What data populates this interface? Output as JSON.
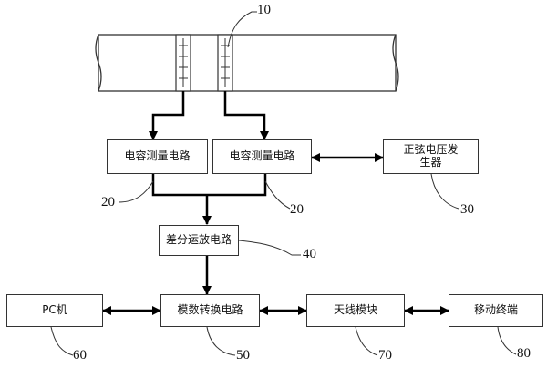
{
  "boxes": {
    "capacitance_1": "电容测量电路",
    "capacitance_2": "电容测量电路",
    "sine_generator": "正弦电压发生器",
    "diff_amp": "差分运放电路",
    "adc": "模数转换电路",
    "pc": "PC机",
    "antenna": "天线模块",
    "mobile": "移动终端"
  },
  "refs": {
    "sensor": "10",
    "cap_left": "20",
    "cap_right": "20",
    "sine": "30",
    "diff": "40",
    "adc": "50",
    "pc": "60",
    "antenna": "70",
    "mobile": "80"
  }
}
